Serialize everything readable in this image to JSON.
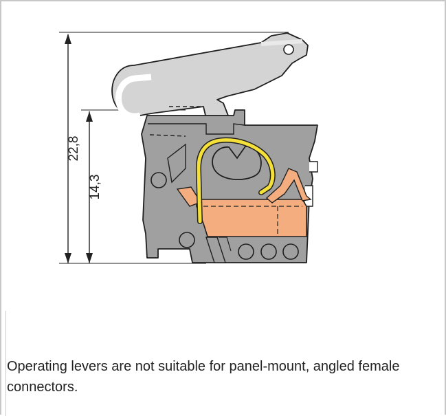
{
  "diagram": {
    "dimensions": {
      "total_height": "22,8",
      "body_height": "14,3"
    },
    "colors": {
      "housing": "#a0a0a0",
      "lever": "#d4d4d4",
      "clamp_spring": "#f5e03a",
      "contact": "#f4ad7e",
      "outline": "#1f1f1f"
    }
  },
  "caption": {
    "text": "Operating levers are not suitable for panel-mount, angled female connectors."
  }
}
